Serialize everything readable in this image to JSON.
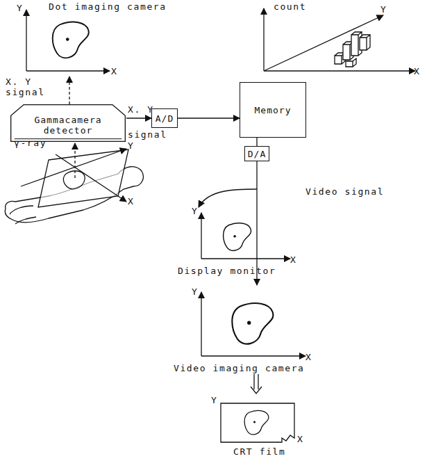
{
  "diagram": {
    "nodes": [
      {
        "text": [
          "Gammacamera detector"
        ]
      },
      {
        "text": [
          "A/D"
        ]
      },
      {
        "text": [
          "Memory"
        ]
      },
      {
        "text": [
          "D/A"
        ]
      }
    ],
    "edges": [
      {
        "from": 0,
        "to": 1,
        "arrow": "to"
      },
      {
        "from": 1,
        "to": 2,
        "arrow": "to"
      },
      {
        "from": 2,
        "to": 3,
        "arrow": "none"
      }
    ],
    "labels": [
      "Y",
      "Dot imaging camera",
      "X",
      "X. Y signal",
      "count",
      "Y",
      "X",
      "γ-ray",
      "Y",
      "X",
      "X. Y",
      "signal",
      "Video signal",
      "Y",
      "X",
      "Display monitor",
      "Y",
      "X",
      "Video imaging camera",
      "Y",
      "X",
      "CRT film"
    ]
  }
}
